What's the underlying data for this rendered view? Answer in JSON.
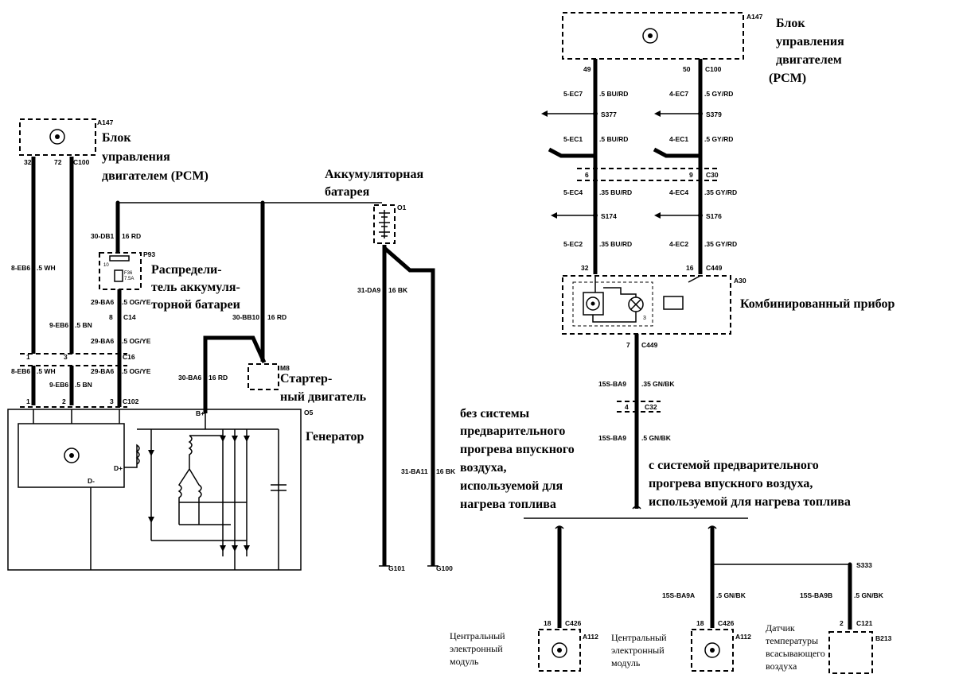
{
  "pcm_left": {
    "label": [
      "Блок",
      "управления",
      "двигателем  (PCM)"
    ],
    "ref": "A147",
    "pins": [
      "32",
      "72"
    ],
    "connector": "C100"
  },
  "pcm_right": {
    "label": [
      "Блок",
      "управления",
      "двигателем",
      "(PCM)"
    ],
    "ref": "A147",
    "pins": [
      "49",
      "50"
    ],
    "connector": "C100"
  },
  "battery": {
    "label": [
      "Аккумуляторная",
      "батарея"
    ],
    "ref": "O1"
  },
  "distributor": {
    "label": [
      "Распредели-",
      "тель аккумуля-",
      "торной батареи"
    ],
    "ref": "P93",
    "fuse_pin": "10",
    "fuse": "F36",
    "fuse_rating": "7.5A"
  },
  "starter": {
    "label": [
      "Стартер-",
      "ный двигатель"
    ],
    "ref": "M8"
  },
  "generator": {
    "label": "Генератор",
    "ref": "O5",
    "terminal_b": "B+",
    "terminal_d": "D+",
    "terminal_dm": "D-"
  },
  "cluster": {
    "label": "Комбинированный прибор",
    "ref": "A30",
    "pin_top_left": "32",
    "pin_top_right": "16",
    "connector_top": "C449",
    "pin_bottom": "7",
    "connector_bottom": "C449",
    "inner_pin": "3"
  },
  "wires_left": [
    {
      "id": "8-EB6",
      "gauge": ".5 WH"
    },
    {
      "id": "9-EB6",
      "gauge": ".5 BN"
    },
    {
      "id": "8-EB6",
      "gauge": ".5 WH"
    },
    {
      "id": "9-EB6",
      "gauge": ".5 BN"
    },
    {
      "id": "30-DB1",
      "gauge": "16 RD"
    },
    {
      "id": "29-BA6",
      "gauge": ".5 OG/YE"
    },
    {
      "id": "29-BA6",
      "gauge": ".5 OG/YE"
    },
    {
      "id": "29-BA6",
      "gauge": ".5 OG/YE"
    },
    {
      "id": "30-BB10",
      "gauge": "16 RD"
    },
    {
      "id": "30-BA6",
      "gauge": "16 RD"
    },
    {
      "id": "31-DA9",
      "gauge": "16 BK"
    },
    {
      "id": "31-BA11",
      "gauge": "16 BK"
    }
  ],
  "connectors_left": {
    "c14_pin": "8",
    "c14": "C14",
    "c16_pins": [
      "1",
      "3"
    ],
    "c16": "C16",
    "c102_pins": [
      "1",
      "2",
      "3"
    ],
    "c102": "C102",
    "g101": "G101",
    "g100": "G100"
  },
  "wires_right": [
    {
      "id": "5-EC7",
      "gauge": ".5 BU/RD"
    },
    {
      "id": "4-EC7",
      "gauge": ".5 GY/RD"
    },
    {
      "id": "5-EC1",
      "gauge": ".5 BU/RD"
    },
    {
      "id": "4-EC1",
      "gauge": ".5 GY/RD"
    },
    {
      "id": "5-EC4",
      "gauge": ".35 BU/RD"
    },
    {
      "id": "4-EC4",
      "gauge": ".35 GY/RD"
    },
    {
      "id": "5-EC2",
      "gauge": ".35 BU/RD"
    },
    {
      "id": "4-EC2",
      "gauge": ".35 GY/RD"
    },
    {
      "id": "15S-BA9",
      "gauge": ".35 GN/BK"
    },
    {
      "id": "15S-BA9",
      "gauge": ".5 GN/BK"
    },
    {
      "id": "15S-BA9A",
      "gauge": ".5 GN/BK"
    },
    {
      "id": "15S-BA9B",
      "gauge": ".5 GN/BK"
    }
  ],
  "splices": {
    "s377": "S377",
    "s379": "S379",
    "s174": "S174",
    "s176": "S176",
    "s333": "S333"
  },
  "connectors_right": {
    "c30_pins": [
      "6",
      "9"
    ],
    "c30": "C30",
    "c32_pin": "4",
    "c32": "C32"
  },
  "note_without": [
    "без системы",
    "предварительного",
    "прогрева впускного",
    "воздуха,",
    "используемой для",
    "нагрева топлива"
  ],
  "note_with": [
    "с системой предварительного",
    "прогрева впускного воздуха,",
    "используемой для нагрева топлива"
  ],
  "gem1": {
    "label": [
      "Центральный",
      "электронный",
      "модуль"
    ],
    "ref": "A112",
    "pin": "18",
    "connector": "C426"
  },
  "gem2": {
    "label": [
      "Центральный",
      "электронный",
      "модуль"
    ],
    "ref": "A112",
    "pin": "18",
    "connector": "C426"
  },
  "sensor": {
    "label": [
      "Датчик",
      "температуры",
      "всасывающего",
      "воздуха"
    ],
    "ref": "B213",
    "pin": "2",
    "connector": "C121"
  }
}
